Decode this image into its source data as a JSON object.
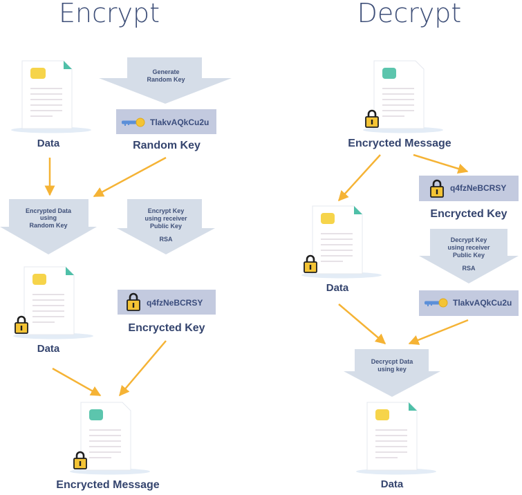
{
  "encrypt": {
    "title": "Encrypt",
    "data_label": "Data",
    "generate_arrow": [
      "Generate",
      "Random Key"
    ],
    "random_key_value": "TlakvAQkCu2u",
    "random_key_label": "Random Key",
    "encrypt_data_arrow": [
      "Encrypted Data",
      "using",
      "Random Key"
    ],
    "encrypt_key_arrow": [
      "Encrypt Key",
      "using receiver",
      "Public Key",
      "RSA"
    ],
    "encrypted_data_label": "Data",
    "encrypted_key_value": "q4fzNeBCRSY",
    "encrypted_key_label": "Encrycted Key",
    "message_label": "Encrycted Message"
  },
  "decrypt": {
    "title": "Decrypt",
    "message_label": "Encrycted Message",
    "encrypted_key_value": "q4fzNeBCRSY",
    "encrypted_key_label": "Encrycted Key",
    "data_label": "Data",
    "decrypt_key_arrow": [
      "Decrypt Key",
      "using receiver",
      "Public Key",
      "RSA"
    ],
    "random_key_value": "TlakvAQkCu2u",
    "decrypt_data_arrow": [
      "Decrycpt Data",
      "using key"
    ],
    "result_label": "Data"
  },
  "colors": {
    "arrow_orange": "#f5b335",
    "block_arrow": "#d5dde8",
    "key_box": "#c3cadf",
    "text_navy": "#34446e",
    "yellow_badge": "#f6d44a",
    "teal_badge": "#5cc5ad",
    "lock_gold": "#f4c435"
  }
}
